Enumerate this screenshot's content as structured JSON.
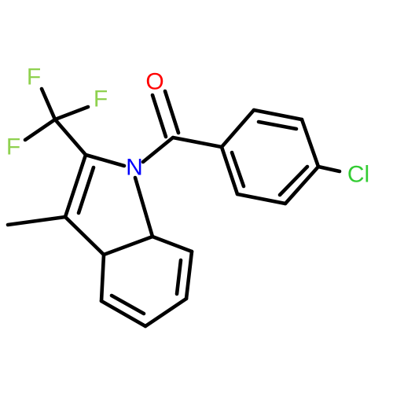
{
  "molecule": {
    "atom_labels": {
      "fluorine_1": "F",
      "fluorine_2": "F",
      "fluorine_3": "F",
      "oxygen": "O",
      "nitrogen": "N",
      "chlorine": "Cl"
    },
    "colors": {
      "fluorine": "#8fd14f",
      "oxygen": "#ff0000",
      "nitrogen": "#0000ff",
      "chlorine": "#33cc33",
      "bond": "#000000",
      "background": "#ffffff"
    }
  }
}
